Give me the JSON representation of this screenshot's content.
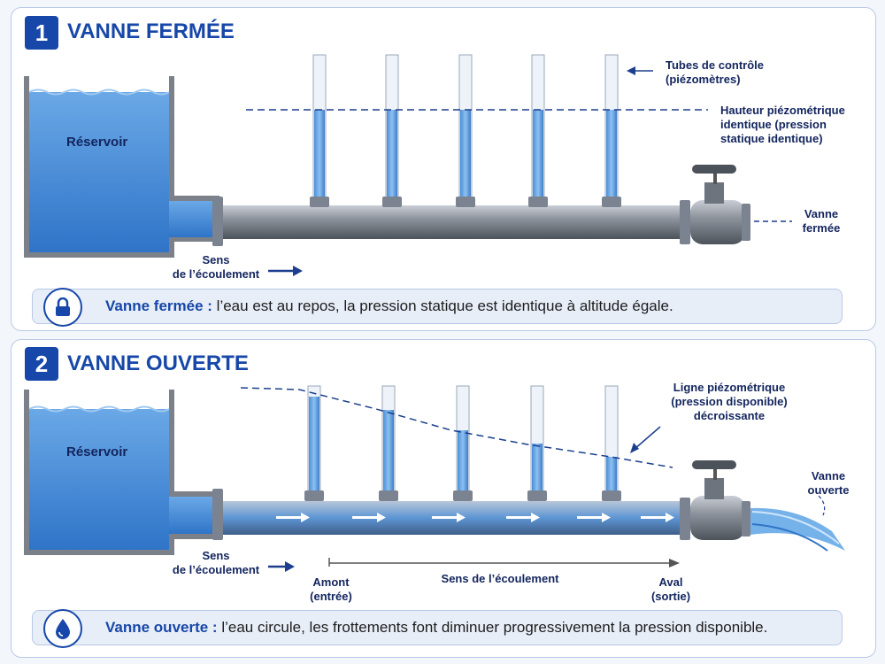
{
  "panel1": {
    "number": "1",
    "title": "VANNE FERMÉE",
    "reservoir_label": "Réservoir",
    "tubes_label_line1": "Tubes de contrôle",
    "tubes_label_line2": "(piézomètres)",
    "head_label_line1": "Hauteur piézométrique",
    "head_label_line2": "identique (pression",
    "head_label_line3": "statique identique)",
    "valve_label_line1": "Vanne",
    "valve_label_line2": "fermée",
    "flow_label_line1": "Sens",
    "flow_label_line2": "de l’écoulement",
    "bar_bold": "Vanne fermée :",
    "bar_text": " l’eau est au repos, la pression statique est identique à altitude égale.",
    "icon": "lock-icon"
  },
  "panel2": {
    "number": "2",
    "title": "VANNE OUVERTE",
    "reservoir_label": "Réservoir",
    "line_label_line1": "Ligne piézométrique",
    "line_label_line2": "(pression disponible)",
    "line_label_line3": "décroissante",
    "valve_label_line1": "Vanne",
    "valve_label_line2": "ouverte",
    "flow_label_line1": "Sens",
    "flow_label_line2": "de l’écoulement",
    "upstream_line1": "Amont",
    "upstream_line2": "(entrée)",
    "axis_label": "Sens de l’écoulement",
    "downstream_line1": "Aval",
    "downstream_line2": "(sortie)",
    "bar_bold": "Vanne ouverte :",
    "bar_text": " l’eau circule, les frottements font diminuer progressivement la pression disponible.",
    "icon": "water-drop-icon"
  },
  "colors": {
    "accent": "#1747a8",
    "water": "#4a90d9",
    "pipe": "#8a9099"
  }
}
